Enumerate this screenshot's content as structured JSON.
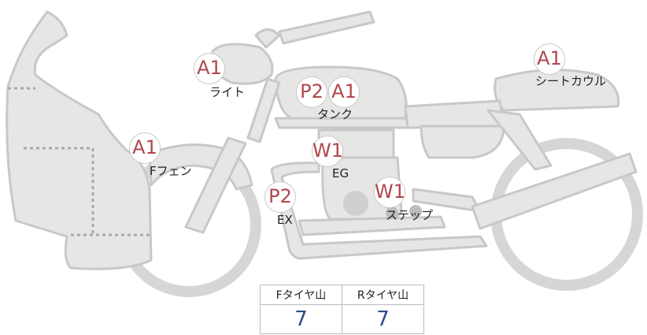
{
  "parts": [
    {
      "id": "light",
      "codes": [
        "A1"
      ],
      "label": "ライト"
    },
    {
      "id": "tank",
      "codes": [
        "P2",
        "A1"
      ],
      "label": "タンク"
    },
    {
      "id": "seat-cowl",
      "codes": [
        "A1"
      ],
      "label": "シートカウル"
    },
    {
      "id": "f-fender",
      "codes": [
        "A1"
      ],
      "label": "Fフェン"
    },
    {
      "id": "engine",
      "codes": [
        "W1"
      ],
      "label": "EG"
    },
    {
      "id": "exhaust",
      "codes": [
        "P2"
      ],
      "label": "EX"
    },
    {
      "id": "step",
      "codes": [
        "W1"
      ],
      "label": "ステップ"
    }
  ],
  "tire_table": {
    "front_header": "Fタイヤ山",
    "rear_header": "Rタイヤ山",
    "front_value": "7",
    "rear_value": "7"
  },
  "colors": {
    "body_fill": "#e6e6e4",
    "outline": "#c8c8c8",
    "code_text": "#b0474c",
    "value_text": "#2e4a8c"
  }
}
